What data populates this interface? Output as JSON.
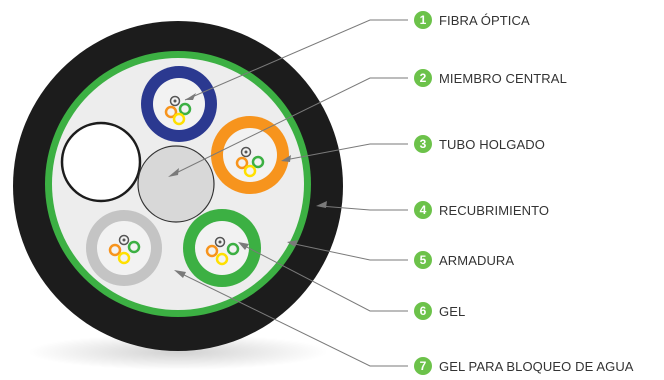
{
  "colors": {
    "accent_green": "#6cc24a",
    "jacket": "#1c1c1c",
    "armor": "#3cb043",
    "core": "#ededed",
    "tube_blue": "#2b3990",
    "tube_orange": "#f7941d",
    "tube_green": "#3cb043",
    "tube_grey": "#c4c4c4",
    "fiber_orange": "#f7941d",
    "fiber_green": "#3cb043",
    "fiber_yellow": "#ffe000"
  },
  "legend": [
    {
      "number": "1",
      "label": "FIBRA ÓPTICA"
    },
    {
      "number": "2",
      "label": "MIEMBRO CENTRAL"
    },
    {
      "number": "3",
      "label": "TUBO HOLGADO"
    },
    {
      "number": "4",
      "label": "RECUBRIMIENTO"
    },
    {
      "number": "5",
      "label": "ARMADURA"
    },
    {
      "number": "6",
      "label": "GEL"
    },
    {
      "number": "7",
      "label": "GEL PARA BLOQUEO DE AGUA"
    }
  ]
}
